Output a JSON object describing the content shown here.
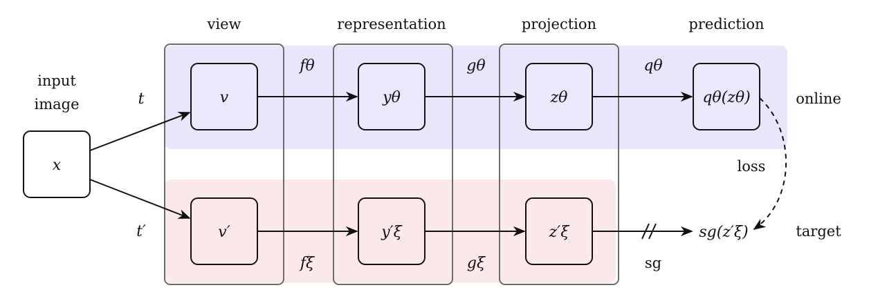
{
  "colors": {
    "online_band": "#E8E6FB",
    "target_band": "#FBE8E8",
    "online_node": "#EBE8FC",
    "target_node": "#FBE8EA",
    "column_border": "#6B6B6B",
    "stroke": "#111111"
  },
  "headers": {
    "view": "view",
    "representation": "representation",
    "projection": "projection",
    "prediction": "prediction"
  },
  "input_label": {
    "line1": "input",
    "line2": "image"
  },
  "rows": {
    "online": "online",
    "target": "target"
  },
  "nodes": {
    "x": "x",
    "v": "v",
    "y_theta": "yθ",
    "z_theta": "zθ",
    "q_theta_z": "qθ(zθ)",
    "v_prime": "v′",
    "y_xi": "y′ξ",
    "z_xi": "z′ξ",
    "sg_z": "sg(z′ξ)"
  },
  "edges": {
    "t": "t",
    "t_prime": "t′",
    "f_theta": "fθ",
    "g_theta": "gθ",
    "q_theta": "qθ",
    "f_xi": "fξ",
    "g_xi": "gξ",
    "sg": "sg",
    "loss": "loss"
  }
}
